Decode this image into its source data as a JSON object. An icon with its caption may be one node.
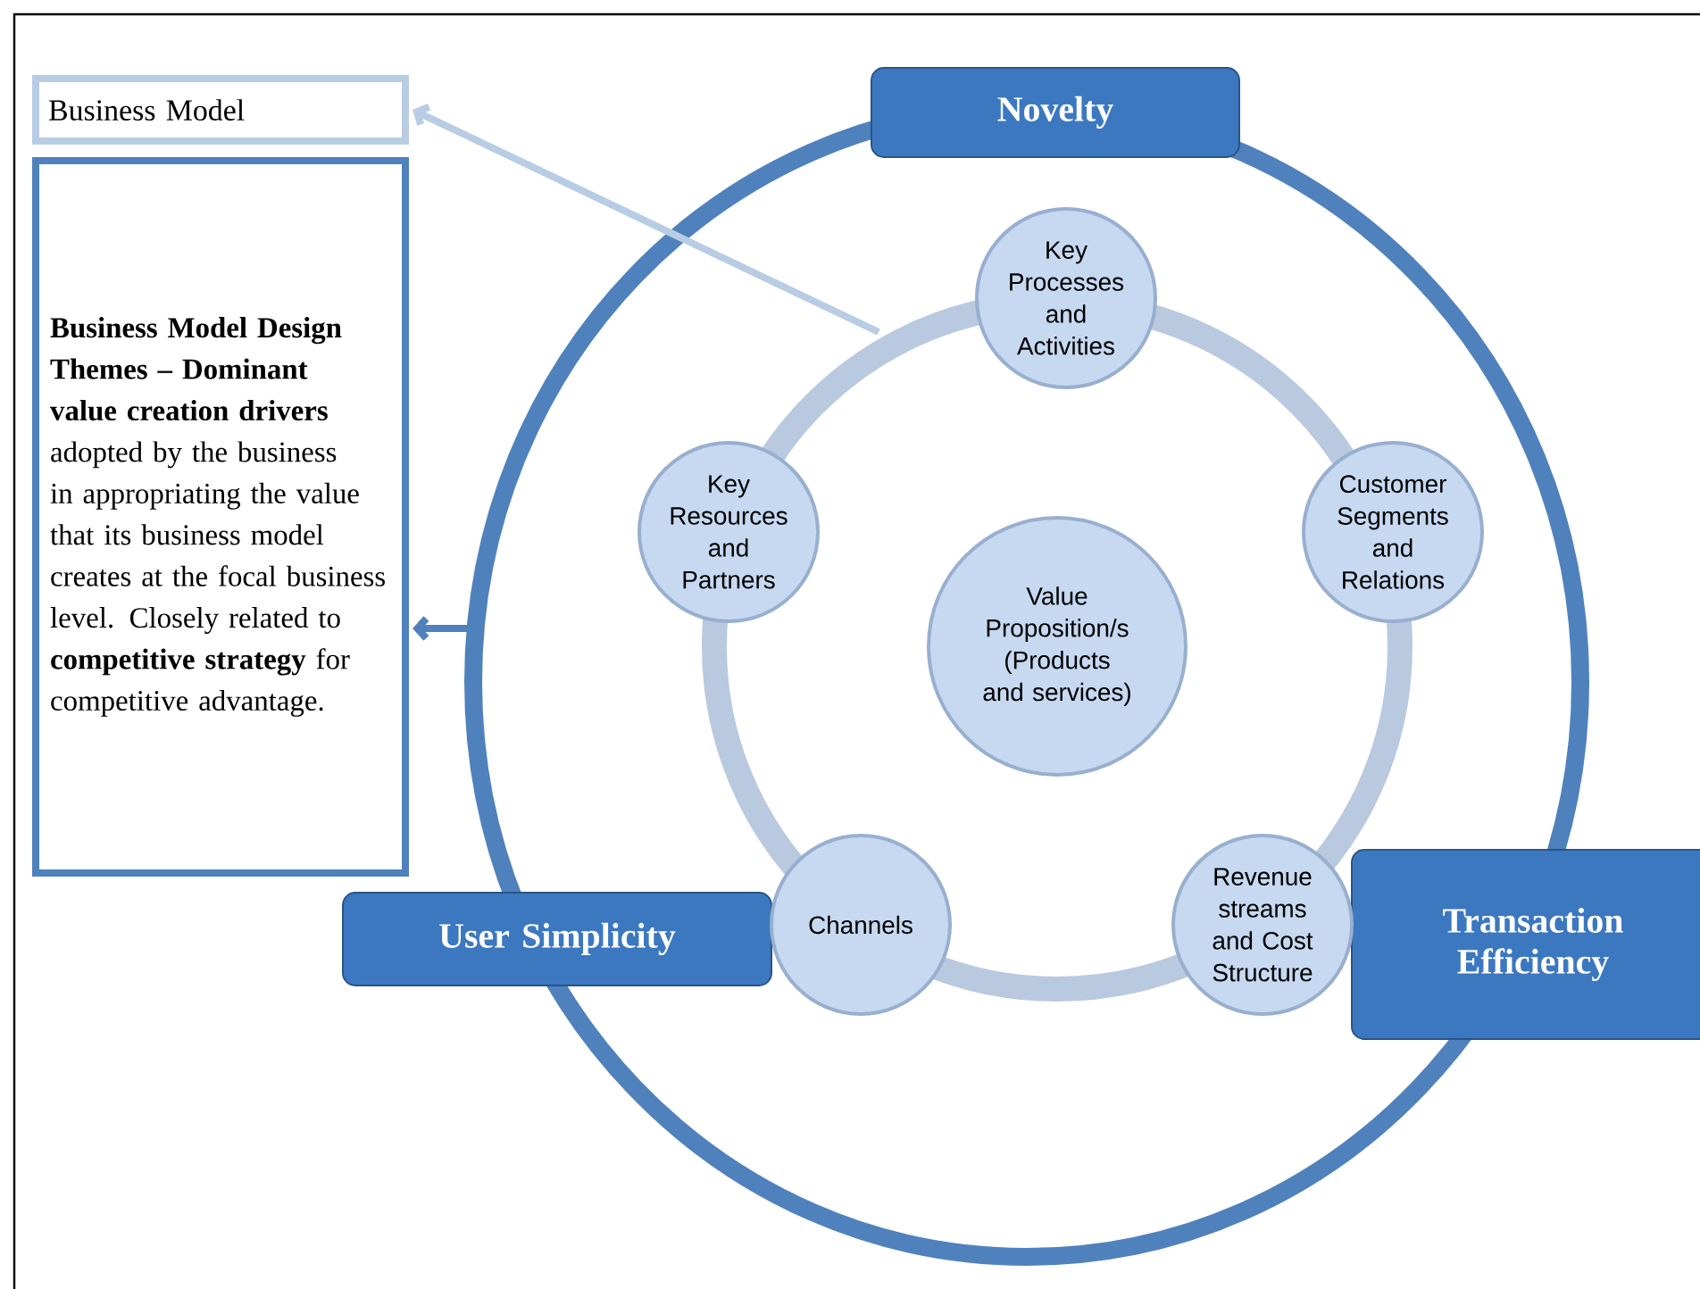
{
  "diagram": {
    "nodes": [
      {
        "text": [
          "Business Model"
        ]
      },
      {
        "text": [
          "**Business Model Design Themes – Dominant value creation drivers** adopted by the business in appropriating the value that its business model creates at the focal business level. Closely related to **competitive strategy** for competitive advantage."
        ]
      },
      {
        "text": [
          "Novelty"
        ]
      },
      {
        "text": [
          "Key Processes and Activities"
        ]
      },
      {
        "text": [
          "Key Resources and Partners"
        ]
      },
      {
        "text": [
          "Customer Segments and Relations"
        ]
      },
      {
        "text": [
          "Value Proposition/s (Products and services)"
        ]
      },
      {
        "text": [
          "User Simplicity"
        ]
      },
      {
        "text": [
          "Channels"
        ]
      },
      {
        "text": [
          "Revenue streams and Cost Structure"
        ]
      },
      {
        "text": [
          "Transaction Efficiency"
        ]
      }
    ],
    "edges": [
      {
        "from": null,
        "to": 0,
        "arrow": "to",
        "color": "#b8cce4"
      },
      {
        "from": null,
        "to": 1,
        "arrow": "to",
        "color": "#4f81bd"
      }
    ]
  }
}
